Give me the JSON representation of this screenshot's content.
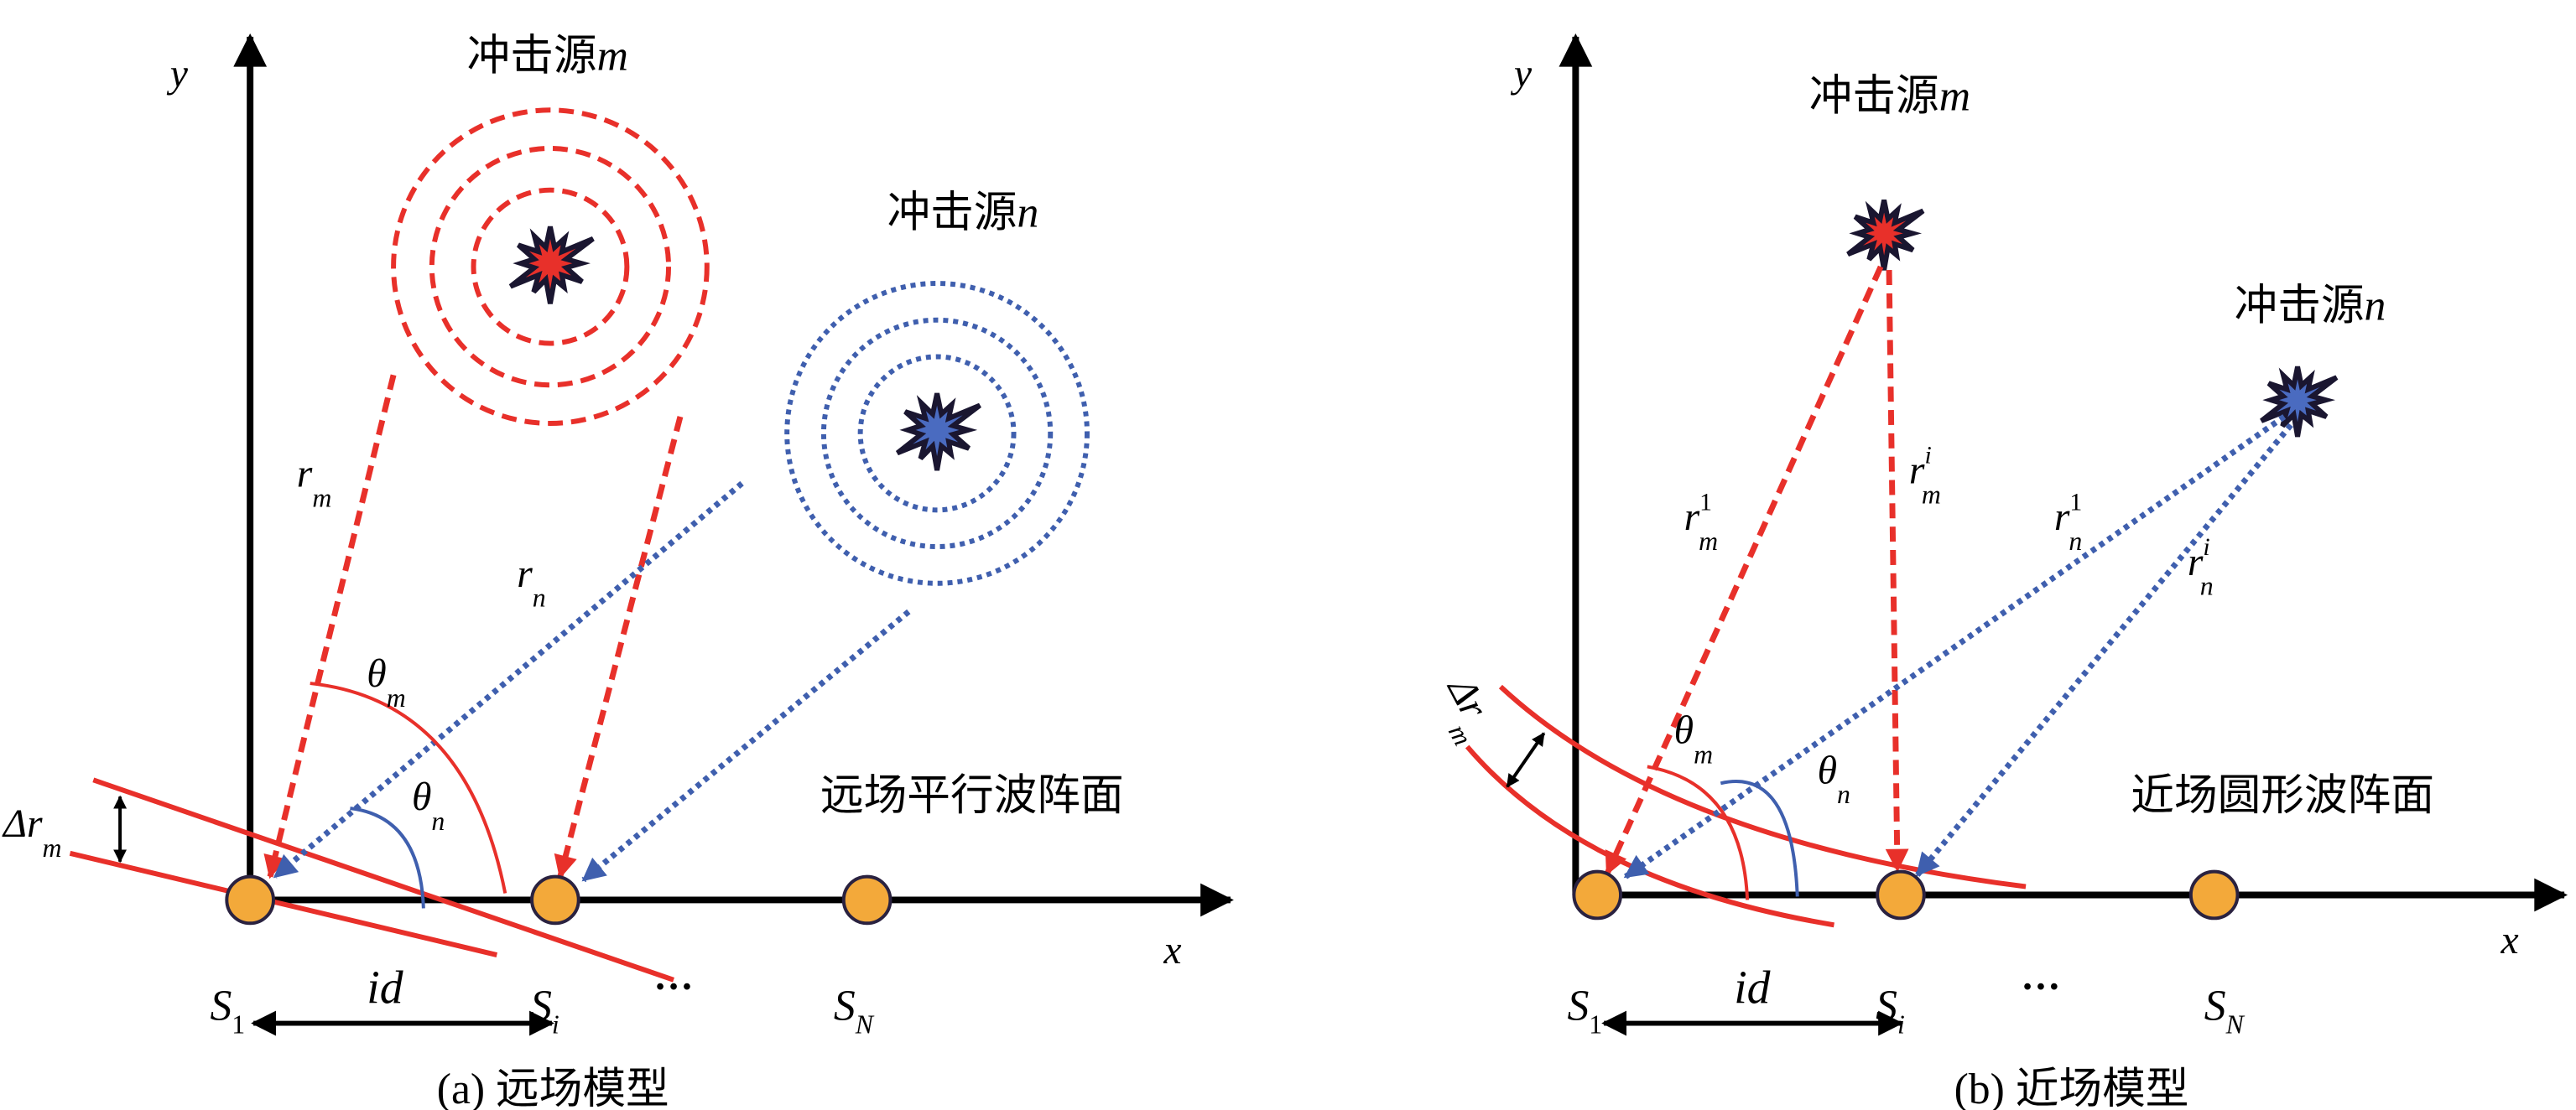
{
  "colors": {
    "red": "#e8302a",
    "blue": "#3f5fae",
    "sensor": "#f3a93a",
    "star_red": "#e8302a",
    "star_blue": "#4a6bc0"
  },
  "panel_a": {
    "caption": "(a) 远场模型",
    "source_m": {
      "prefix": "冲击源",
      "var": "m"
    },
    "source_n": {
      "prefix": "冲击源",
      "var": "n"
    },
    "wavefront_label": "远场平行波阵面",
    "axis_x": "x",
    "axis_y": "y",
    "r_m": {
      "base": "r",
      "sub": "m"
    },
    "r_n": {
      "base": "r",
      "sub": "n"
    },
    "theta_m": {
      "base": "θ",
      "sub": "m"
    },
    "theta_n": {
      "base": "θ",
      "sub": "n"
    },
    "delta_r": {
      "base": "Δr",
      "sub": "m"
    },
    "sensors": [
      {
        "base": "S",
        "sub": "1"
      },
      {
        "base": "S",
        "sub": "i"
      },
      {
        "base": "S",
        "sub": "N"
      }
    ],
    "ellipsis": "···",
    "spacing": "id"
  },
  "panel_b": {
    "caption": "(b) 近场模型",
    "source_m": {
      "prefix": "冲击源",
      "var": "m"
    },
    "source_n": {
      "prefix": "冲击源",
      "var": "n"
    },
    "wavefront_label": "近场圆形波阵面",
    "axis_x": "x",
    "axis_y": "y",
    "r_m1": {
      "base": "r",
      "sup": "1",
      "sub": "m"
    },
    "r_mi": {
      "base": "r",
      "sup": "i",
      "sub": "m"
    },
    "r_n1": {
      "base": "r",
      "sup": "1",
      "sub": "n"
    },
    "r_ni": {
      "base": "r",
      "sup": "i",
      "sub": "n"
    },
    "theta_m": {
      "base": "θ",
      "sub": "m"
    },
    "theta_n": {
      "base": "θ",
      "sub": "n"
    },
    "delta_r": {
      "base": "Δr",
      "sub": "m"
    },
    "sensors": [
      {
        "base": "S",
        "sub": "1"
      },
      {
        "base": "S",
        "sub": "i"
      },
      {
        "base": "S",
        "sub": "N"
      }
    ],
    "ellipsis": "···",
    "spacing": "id"
  }
}
